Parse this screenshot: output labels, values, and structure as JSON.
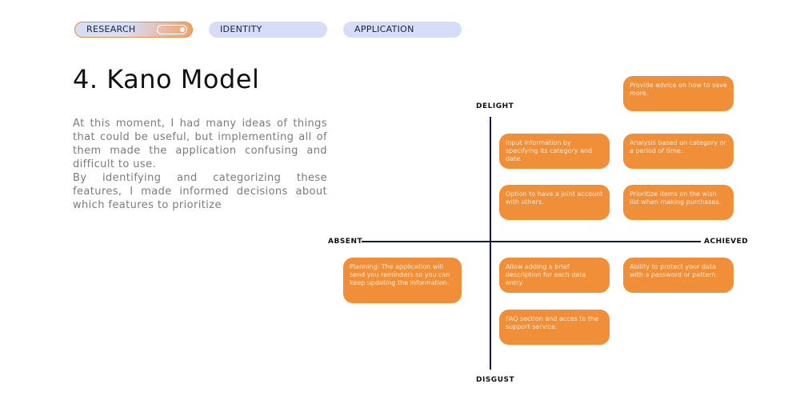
{
  "nav": {
    "tabs": [
      {
        "label": "RESEARCH",
        "active": true
      },
      {
        "label": "IDENTITY",
        "active": false
      },
      {
        "label": "APPLICATION",
        "active": false
      }
    ]
  },
  "heading": "4. Kano Model",
  "description": {
    "paragraph1": "At this moment, I had many ideas of things that could be useful, but implementing all of them made the application confusing and difficult to use.",
    "paragraph2": "By identifying and categorizing these features, I made informed decisions about which features to prioritize"
  },
  "kano": {
    "axes": {
      "top": "DELIGHT",
      "bottom": "DISGUST",
      "left": "ABSENT",
      "right": "ACHIEVED"
    },
    "cards": [
      "Provide advice on how to save more.",
      "Input information by specifying its category and date.",
      "Analysis based on category or a period of time.",
      "Option to have a joint account with others.",
      "Prioritize items on the wish list when making purchases.",
      "Planning: The application will send you reminders so you can keep updating the information.",
      "Allow adding a brief description for each data entry.",
      "Ability to protect your data with a password or pattern.",
      "FAQ section and acces to the support service."
    ]
  },
  "colors": {
    "accent": "#f18f39",
    "tab_bg": "#d6ddf6",
    "axis": "#151a45"
  }
}
